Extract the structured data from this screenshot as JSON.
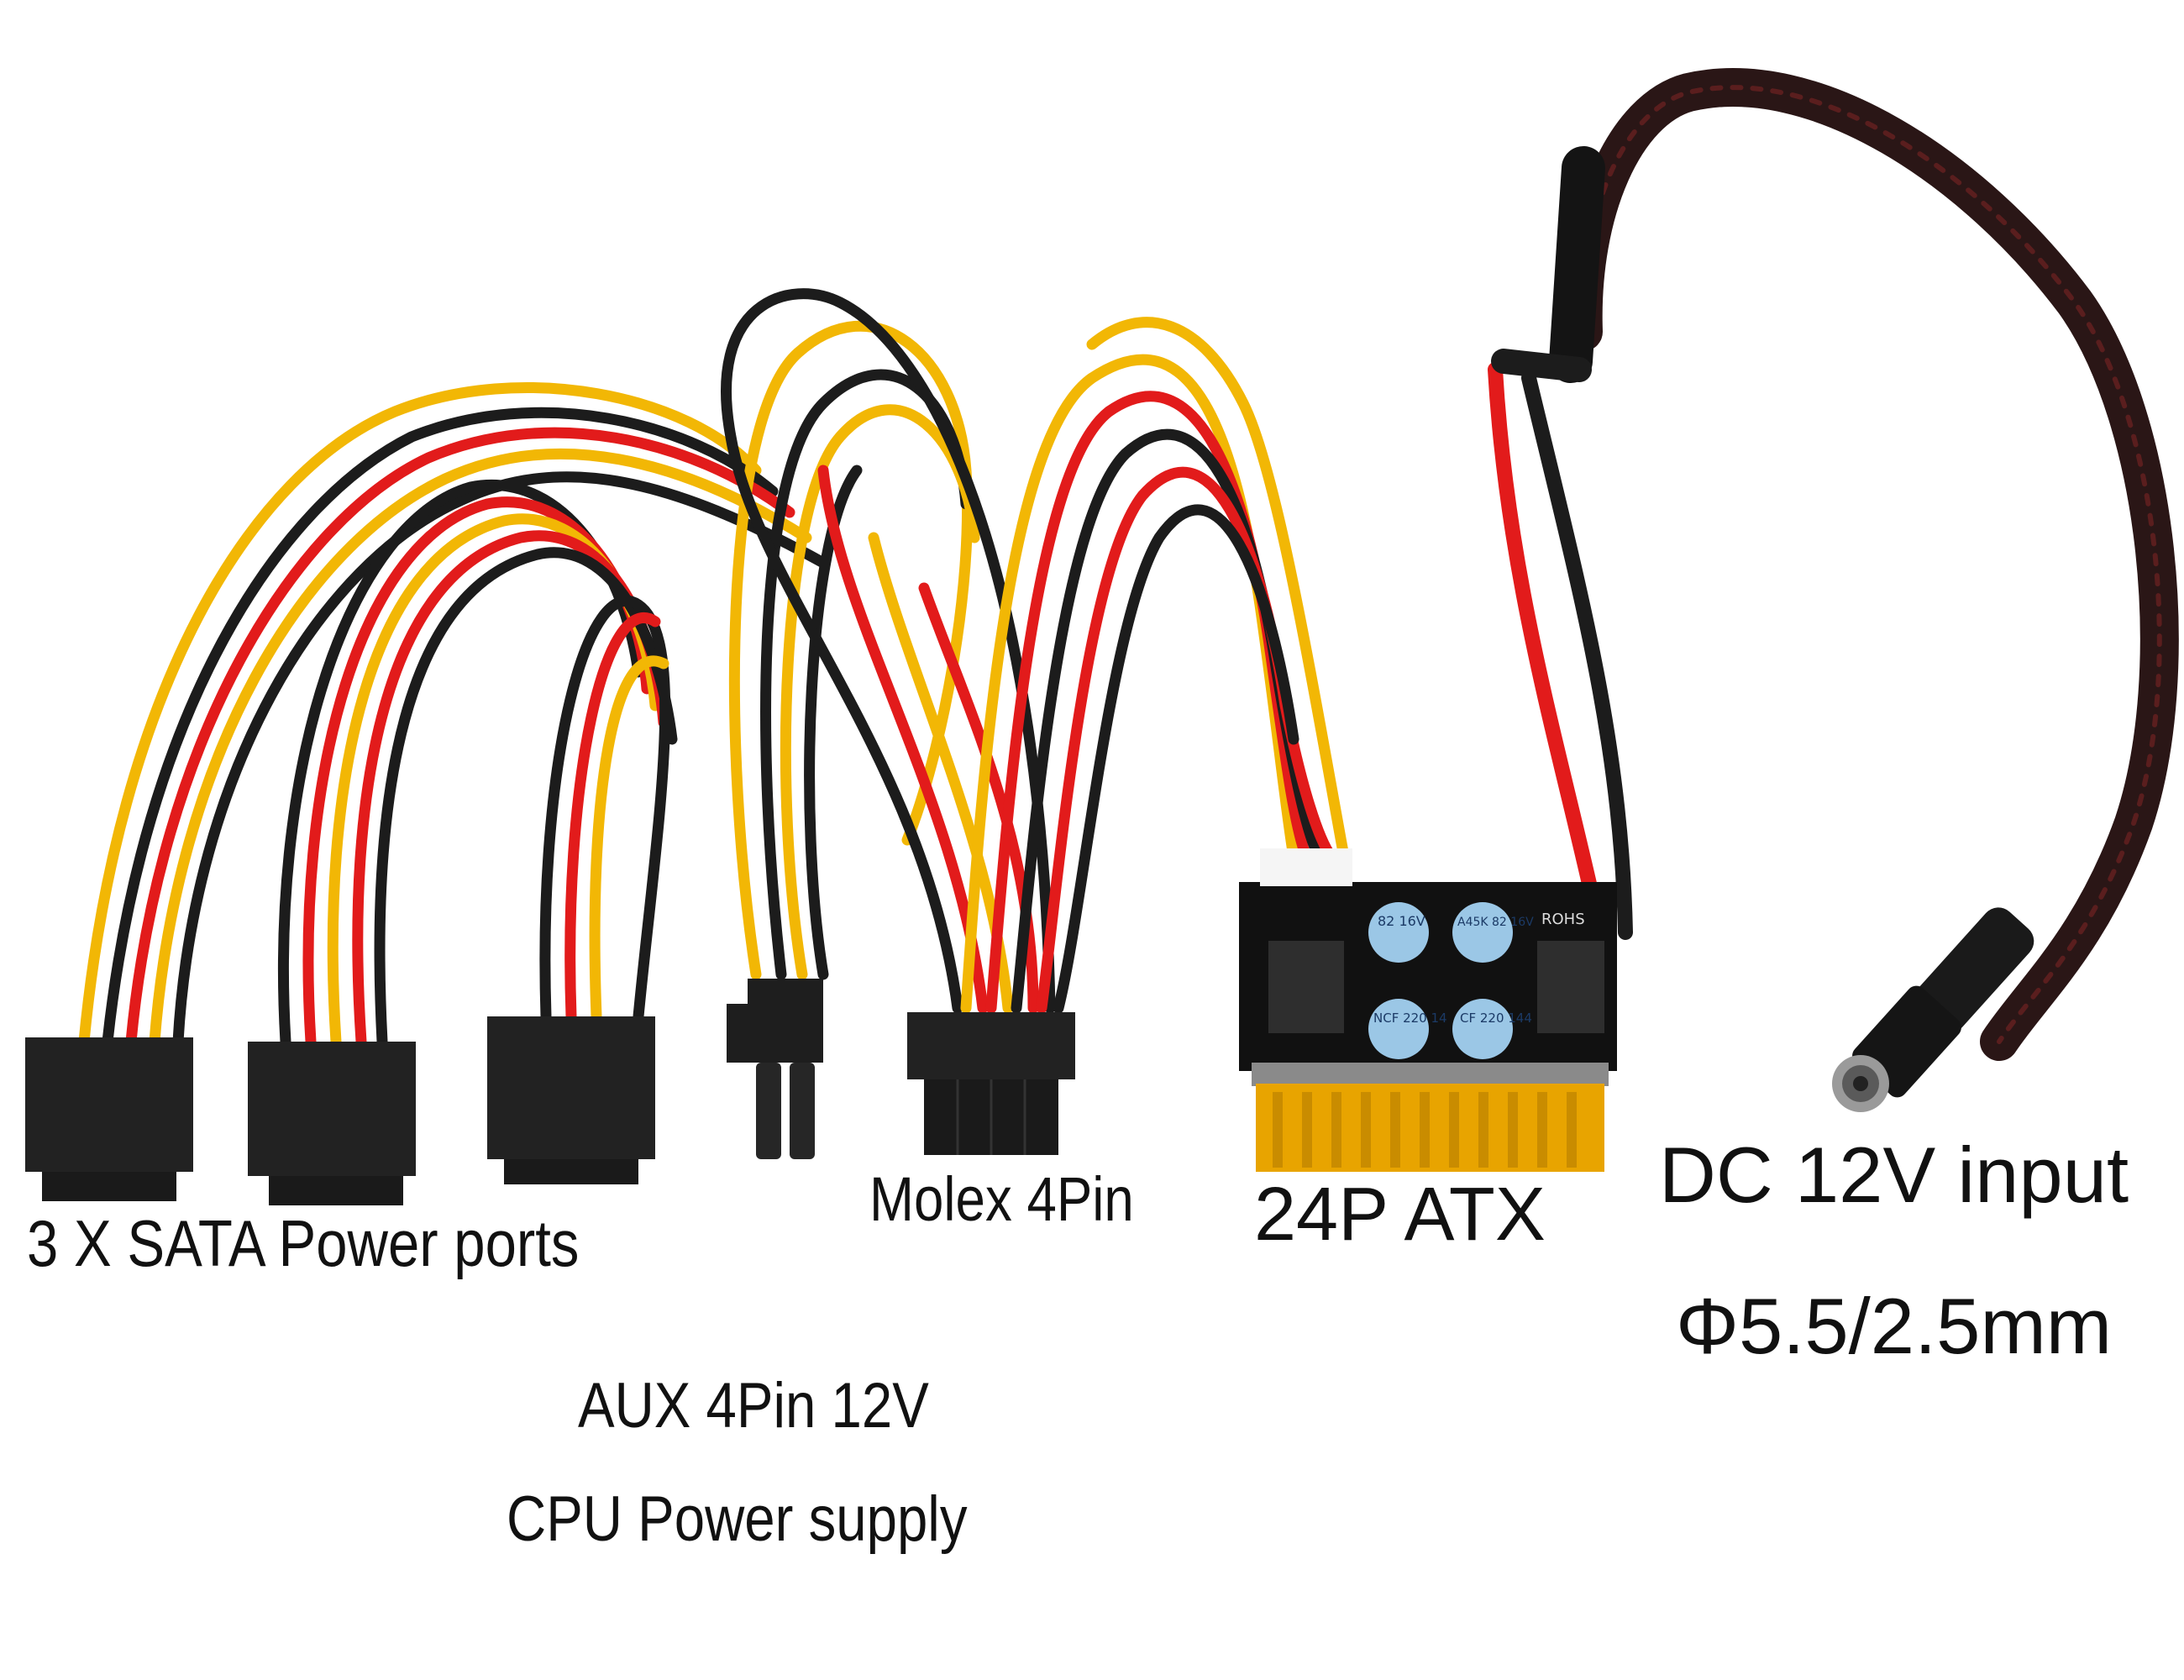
{
  "labels": {
    "sata": "3 X SATA Power ports",
    "molex": "Molex 4Pin",
    "atx": "24P ATX",
    "dc_input": "DC 12V input",
    "dc_size": "Φ5.5/2.5mm",
    "aux": "AUX 4Pin 12V",
    "cpu": "CPU Power supply"
  },
  "board_marks": {
    "rohs": "ROHS",
    "cap_1": "82 16V",
    "cap_2": "A45K 82 16V",
    "cap_3": "NCF 220 14",
    "cap_4": "CF 220 144"
  },
  "colors": {
    "wire_yellow": "#f2b705",
    "wire_red": "#e21b1b",
    "wire_black": "#1c1c1c",
    "connector_black": "#222222",
    "atx_pins": "#e8a400",
    "pcb": "#111111",
    "capacitor": "#9bc7e6"
  }
}
